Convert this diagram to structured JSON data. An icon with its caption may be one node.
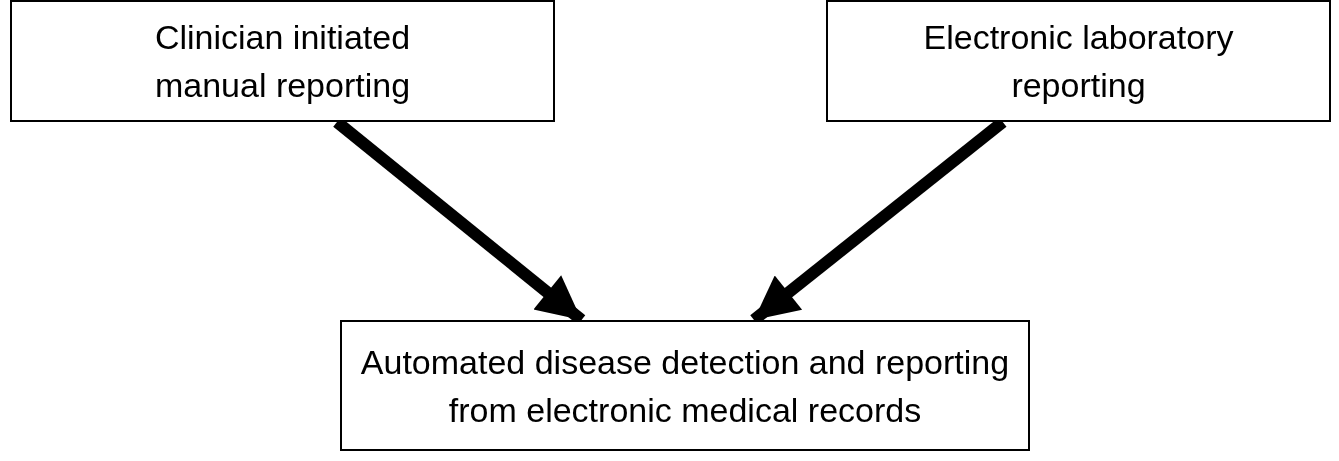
{
  "diagram": {
    "nodes": [
      {
        "text": [
          "Clinician initiated manual reporting"
        ]
      },
      {
        "text": [
          "Electronic laboratory reporting"
        ]
      },
      {
        "text": [
          "Automated disease detection and reporting from electronic medical records"
        ]
      }
    ],
    "edges": [
      {
        "from": 0,
        "to": 2,
        "arrow": "to"
      },
      {
        "from": 1,
        "to": 2,
        "arrow": "to"
      }
    ]
  }
}
